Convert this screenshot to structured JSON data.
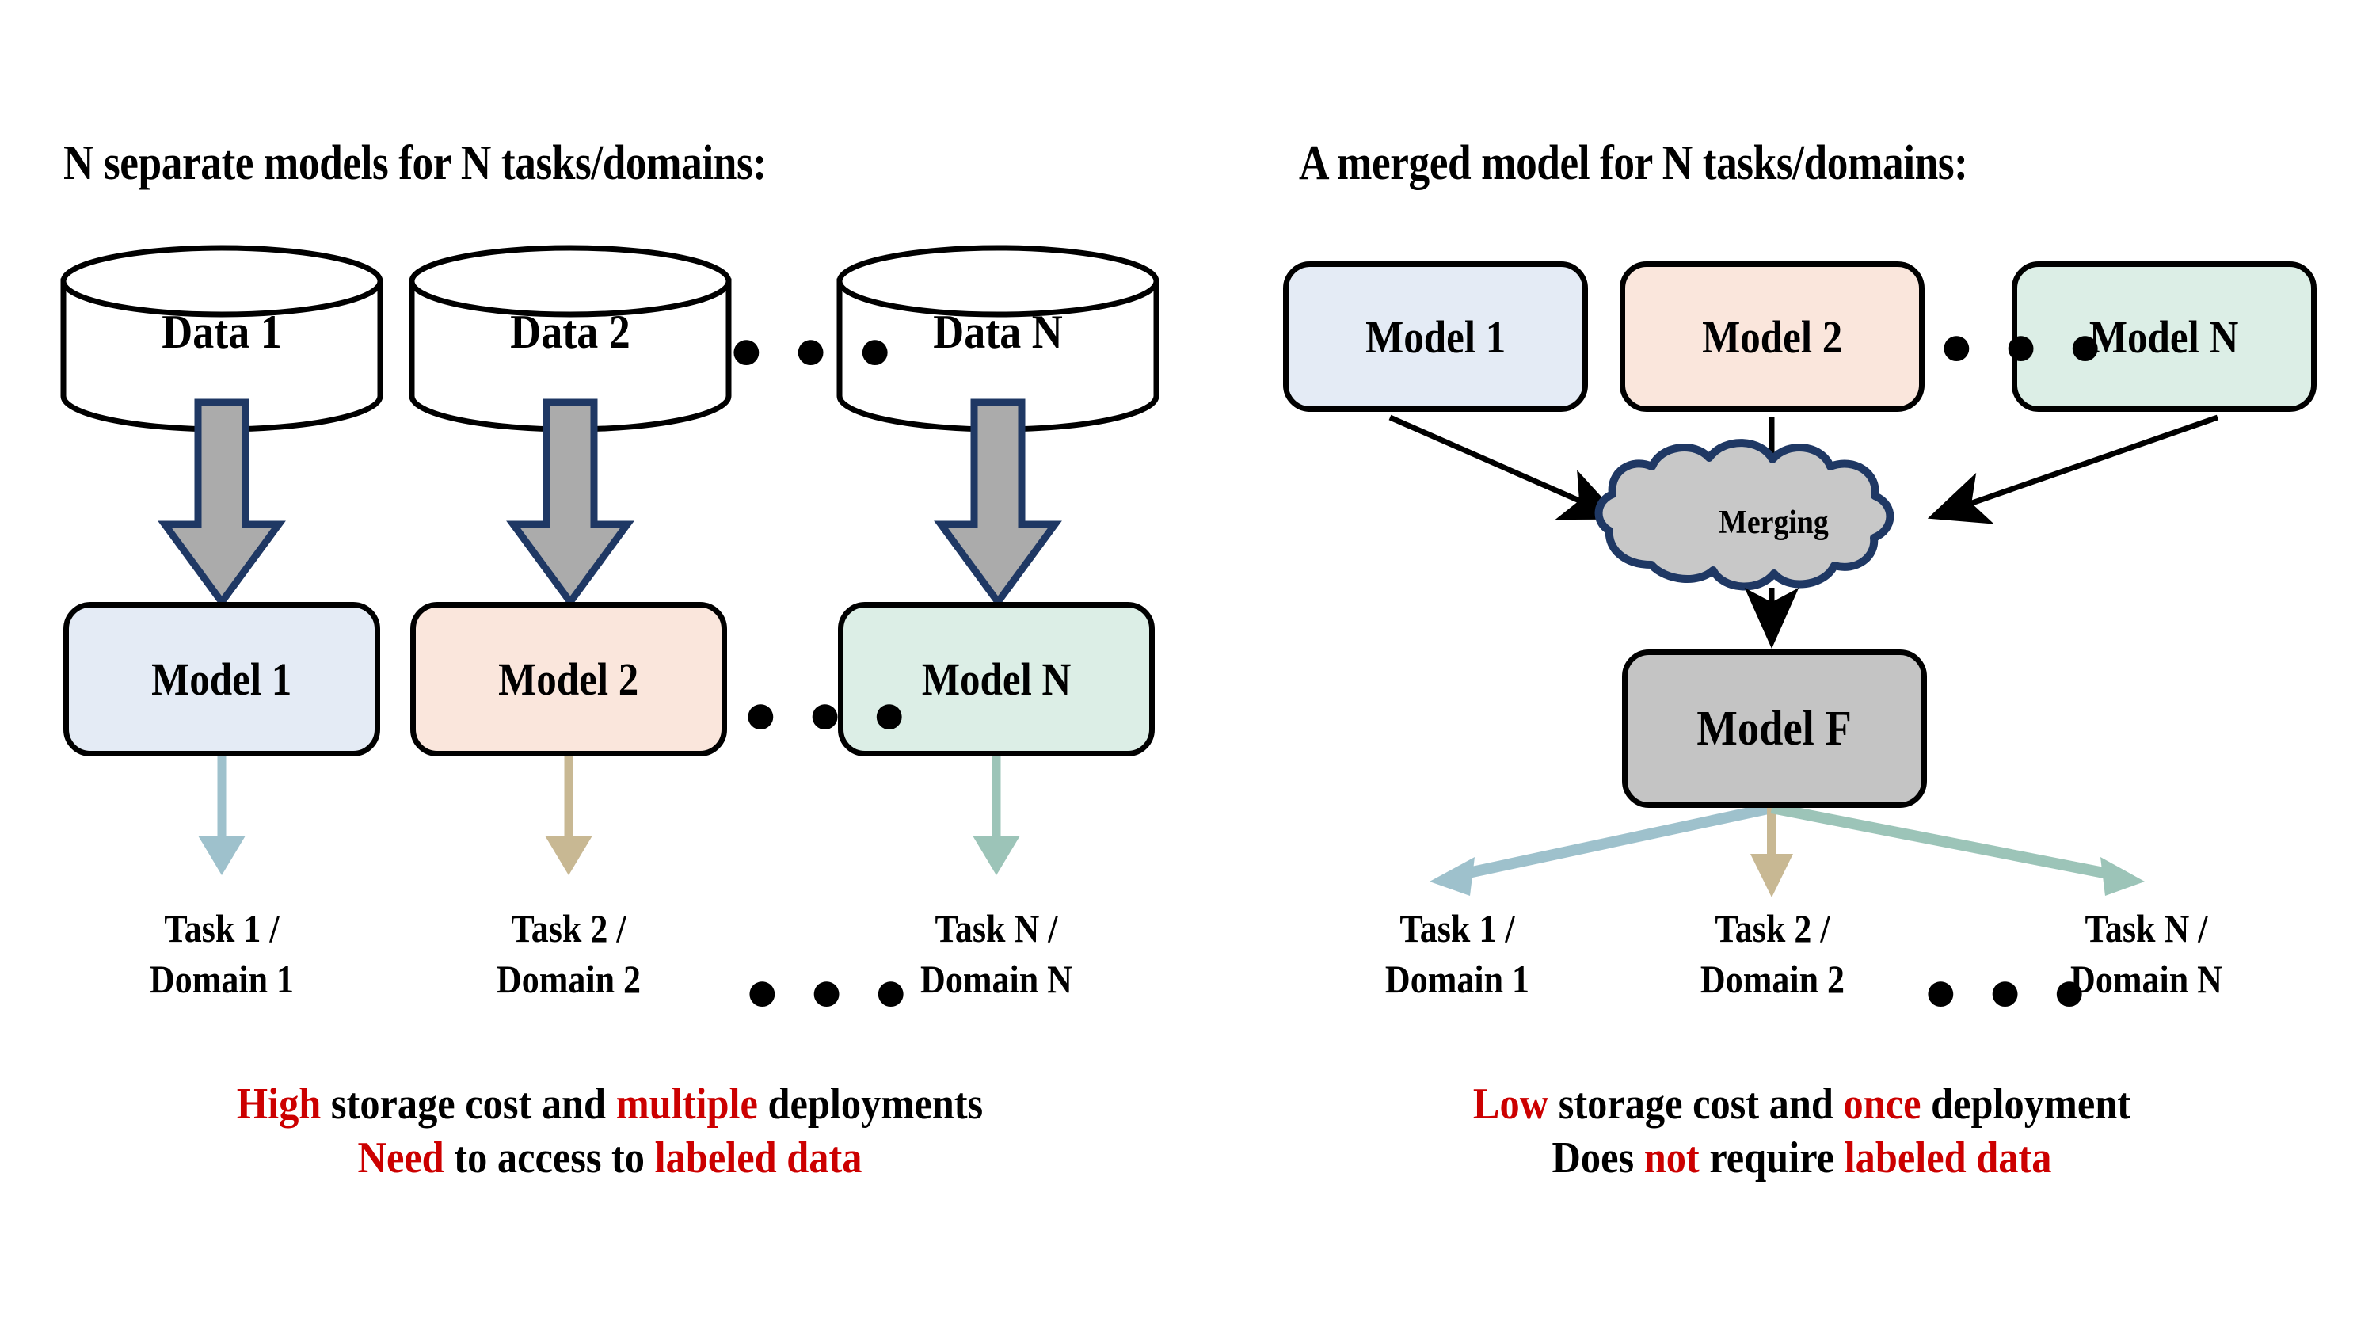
{
  "figure": {
    "type": "diagram",
    "title": "Model merging versus N separate models"
  },
  "left_panel": {
    "heading": "N separate models for N tasks/domains:",
    "data_stores": [
      {
        "label": "Data 1"
      },
      {
        "label": "Data 2"
      },
      {
        "label": "Data N"
      }
    ],
    "data_ellipsis": "● ● ●",
    "models": [
      {
        "label": "Model 1",
        "color": "#E4EBF5"
      },
      {
        "label": "Model 2",
        "color": "#FAE6DC"
      },
      {
        "label": "Model N",
        "color": "#DCEEE6"
      }
    ],
    "model_ellipsis": "● ● ●",
    "train_arrow": {
      "fill": "#ABABAB",
      "stroke": "#1F3864"
    },
    "task_arrow_colors": [
      "#9EC1CC",
      "#C8B893",
      "#9CC4B8"
    ],
    "tasks": [
      {
        "line1": "Task 1 /",
        "line2": "Domain 1"
      },
      {
        "line1": "Task 2 /",
        "line2": "Domain 2"
      },
      {
        "line1": "Task N /",
        "line2": "Domain N"
      }
    ],
    "task_ellipsis": "● ● ●",
    "caption": {
      "line1": [
        {
          "text": "High",
          "highlight": true
        },
        {
          "text": " storage cost and ",
          "highlight": false
        },
        {
          "text": "multiple",
          "highlight": true
        },
        {
          "text": " deployments",
          "highlight": false
        }
      ],
      "line2": [
        {
          "text": "Need",
          "highlight": true
        },
        {
          "text": " to access to ",
          "highlight": false
        },
        {
          "text": "labeled data",
          "highlight": true
        }
      ]
    }
  },
  "right_panel": {
    "heading": "A merged model for N tasks/domains:",
    "models": [
      {
        "label": "Model 1",
        "color": "#E4EBF5"
      },
      {
        "label": "Model 2",
        "color": "#FAE6DC"
      },
      {
        "label": "Model N",
        "color": "#DCEEE6"
      }
    ],
    "model_ellipsis": "● ● ●",
    "merge_cloud": {
      "label": "Merging",
      "fill": "#C8C8C8",
      "stroke": "#1F3864"
    },
    "merged_model": {
      "label": "Model F",
      "color": "#C4C4C4"
    },
    "task_arrow_colors": [
      "#9EC1CC",
      "#C8B893",
      "#9CC4B8"
    ],
    "tasks": [
      {
        "line1": "Task 1 /",
        "line2": "Domain 1"
      },
      {
        "line1": "Task 2 /",
        "line2": "Domain 2"
      },
      {
        "line1": "Task N /",
        "line2": "Domain N"
      }
    ],
    "task_ellipsis": "● ● ●",
    "caption": {
      "line1": [
        {
          "text": "Low",
          "highlight": true
        },
        {
          "text": " storage cost and ",
          "highlight": false
        },
        {
          "text": "once",
          "highlight": true
        },
        {
          "text": " deployment",
          "highlight": false
        }
      ],
      "line2": [
        {
          "text": "Does ",
          "highlight": false
        },
        {
          "text": "not",
          "highlight": true
        },
        {
          "text": " require ",
          "highlight": false
        },
        {
          "text": "labeled data",
          "highlight": true
        }
      ]
    }
  },
  "colors": {
    "red_highlight": "#CC0000",
    "navy_outline": "#1F3864",
    "gray_fill": "#ABABAB",
    "blue_box": "#E4EBF5",
    "peach_box": "#FAE6DC",
    "mint_box": "#DCEEE6",
    "gray_box": "#C4C4C4"
  }
}
